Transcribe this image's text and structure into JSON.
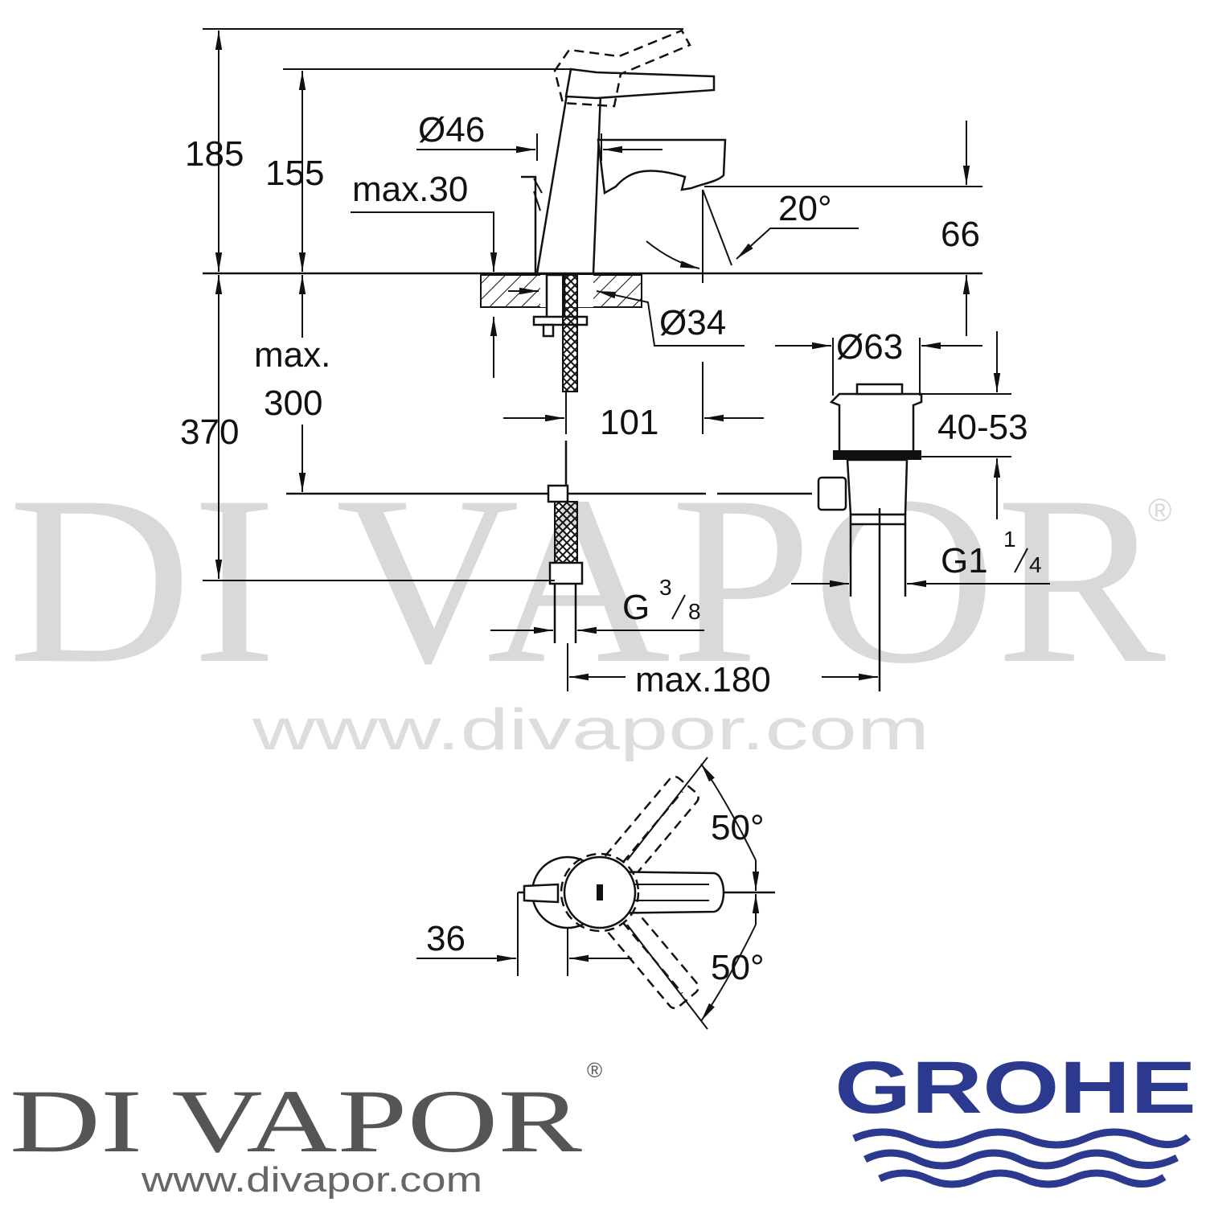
{
  "watermark": {
    "brand": "DI VAPOR",
    "registered": "®",
    "url": "www.divapor.com"
  },
  "dimensions": {
    "height_total": "185",
    "height_lever": "155",
    "spout_diameter": "Ø46",
    "deck_thickness": "max.30",
    "spout_angle": "20°",
    "spout_height": "66",
    "shank_diameter": "Ø34",
    "waste_diameter": "Ø63",
    "below_deck_max_line1": "max.",
    "below_deck_max_line2": "300",
    "below_deck_total": "370",
    "projection": "101",
    "waste_height": "40-53",
    "waste_thread": "G1",
    "waste_thread_num": "1",
    "waste_thread_den": "4",
    "supply_thread": "G",
    "supply_thread_num": "3",
    "supply_thread_den": "8",
    "waste_distance": "max.180",
    "lever_angle_up": "50°",
    "lever_angle_down": "50°",
    "lever_offset": "36"
  },
  "logos": {
    "divapor_brand": "DI VAPOR",
    "divapor_registered": "®",
    "divapor_url": "www.divapor.com",
    "grohe_brand": "GROHE",
    "grohe_color": "#2b3a8f"
  }
}
